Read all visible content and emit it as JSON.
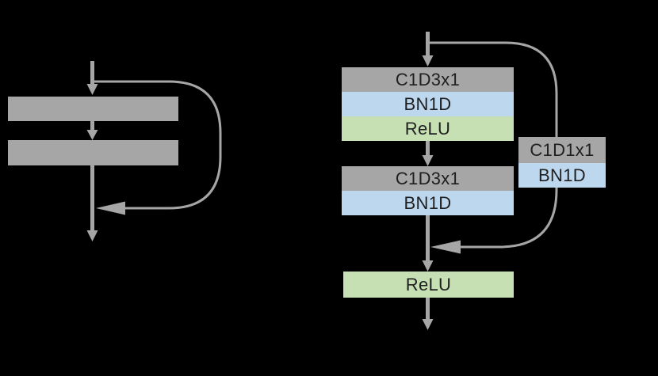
{
  "figure": {
    "background": "#000000",
    "kind": "residual block architecture diagram"
  },
  "palette": {
    "box_gray": "#a6a6a6",
    "box_blue": "#bdd7ee",
    "box_green": "#c6e0b4",
    "line_gray": "#a6a6a6",
    "text_color": "#1f1f1f"
  },
  "left_diagram": {
    "boxes": [
      {
        "label": ""
      },
      {
        "label": ""
      }
    ]
  },
  "right_diagram": {
    "main_stack_1": {
      "rows": [
        {
          "label": "C1D3x1"
        },
        {
          "label": "BN1D"
        },
        {
          "label": "ReLU"
        }
      ]
    },
    "main_stack_2": {
      "rows": [
        {
          "label": "C1D3x1"
        },
        {
          "label": "BN1D"
        }
      ]
    },
    "shortcut_stack": {
      "rows": [
        {
          "label": "C1D1x1"
        },
        {
          "label": "BN1D"
        }
      ]
    },
    "output_box": {
      "label": "ReLU"
    }
  }
}
